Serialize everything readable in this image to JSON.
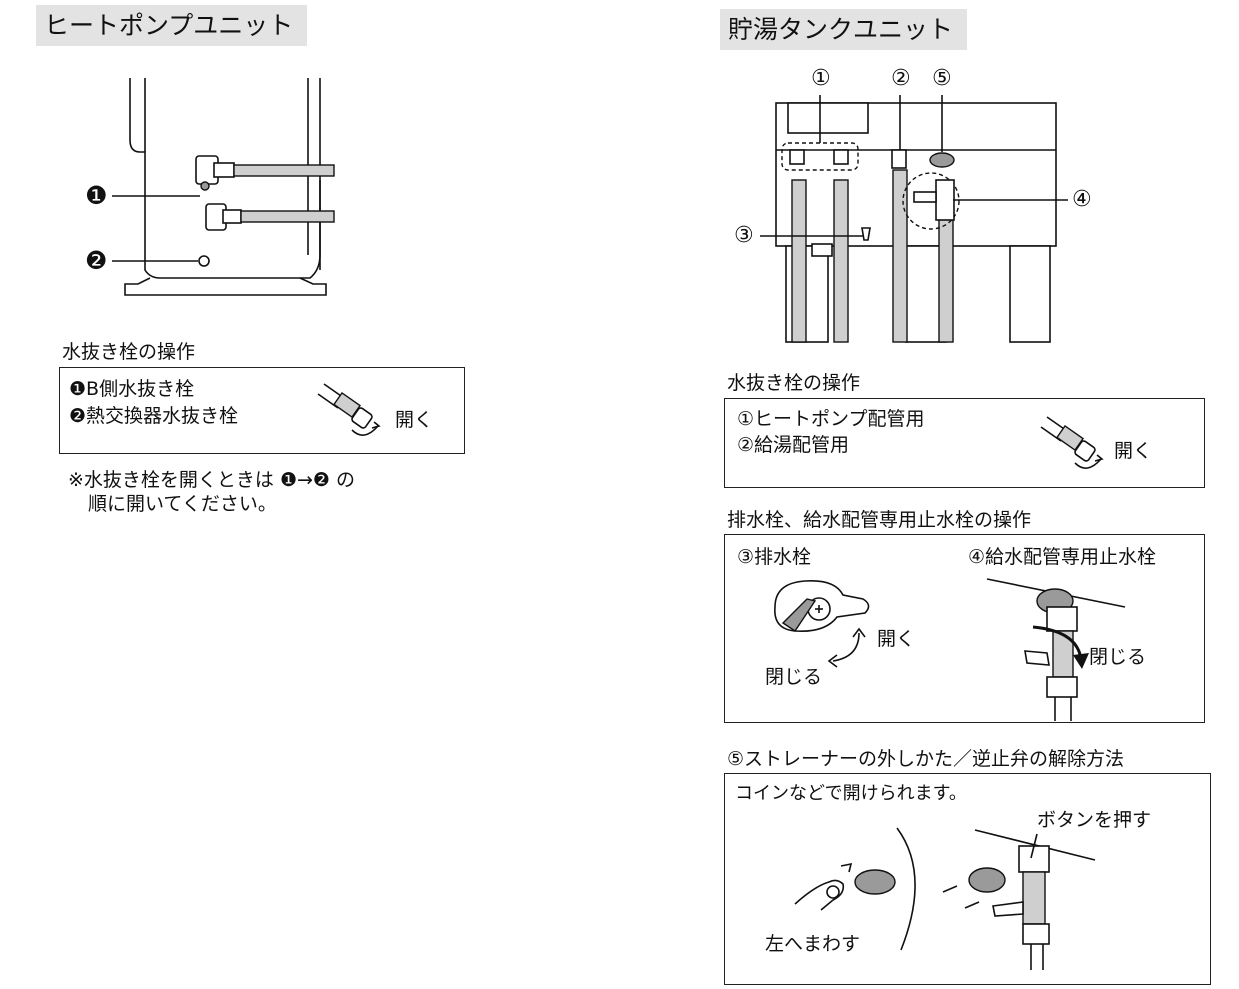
{
  "left": {
    "tab_title": "ヒートポンプユニット",
    "markers": {
      "m1": "❶",
      "m2": "❷"
    },
    "drain_heading": "水抜き栓の操作",
    "drain_box": {
      "item1": "❶B側水抜き栓",
      "item2": "❷熱交換器水抜き栓",
      "action": "開く"
    },
    "note_line1": "※水抜き栓を開くときは ❶→❷ の",
    "note_line2": "順に開いてください。"
  },
  "right": {
    "tab_title": "貯湯タンクユニット",
    "labels": {
      "l1": "①",
      "l2": "②",
      "l3": "③",
      "l4": "④",
      "l5": "⑤"
    },
    "drain_heading": "水抜き栓の操作",
    "drain_box": {
      "item1": "①ヒートポンプ配管用",
      "item2": "②給湯配管用",
      "action": "開く"
    },
    "valve_heading": "排水栓、給水配管専用止水栓の操作",
    "valve_box": {
      "drain_label": "③排水栓",
      "stop_label": "④給水配管専用止水栓",
      "open": "開く",
      "close_left": "閉じる",
      "close_right": "閉じる"
    },
    "strainer_heading": "⑤ストレーナーの外しかた／逆止弁の解除方法",
    "strainer_box": {
      "note": "コインなどで開けられます。",
      "press_button": "ボタンを押す",
      "turn_left": "左へまわす"
    }
  },
  "colors": {
    "tab_bg": "#e3e3e3",
    "line": "#111111",
    "pipe_fill": "#cfcfcf"
  }
}
